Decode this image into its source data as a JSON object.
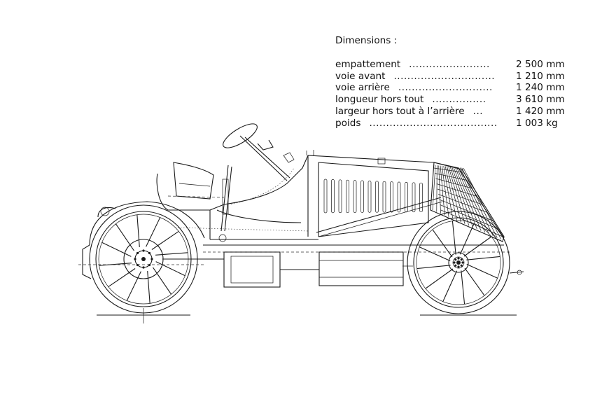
{
  "specs": {
    "title": "Dimensions :",
    "rows": [
      {
        "label": "empattement",
        "leader": "........................",
        "value": "2 500 mm"
      },
      {
        "label": "voie avant",
        "leader": "..............................",
        "value": "1 210 mm"
      },
      {
        "label": "voie arrière",
        "leader": "............................",
        "value": "1 240 mm"
      },
      {
        "label": "longueur hors tout",
        "leader": "................",
        "value": "3 610 mm"
      },
      {
        "label": "largeur hors tout à l’arrière",
        "leader": "...",
        "value": "1 420 mm"
      },
      {
        "label": "poids",
        "leader": "......................................",
        "value": "1 003 kg"
      }
    ]
  }
}
